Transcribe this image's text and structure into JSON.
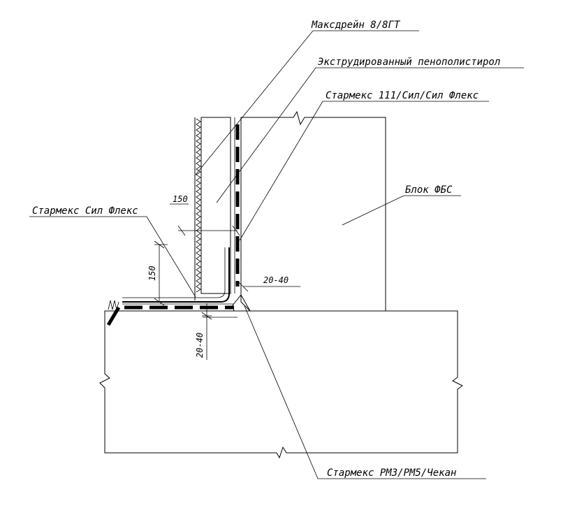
{
  "labels": {
    "maxdrain": "Максдрейн 8/8ГТ",
    "xps": "Экструдированный пенополистирол",
    "starmex_111": "Стармекс 111/Сил/Сил Флекс",
    "block_fbs": "Блок ФБС",
    "starmex_sil_flex": "Стармекс Сил Флекс",
    "starmex_rm": "Стармекс РМ3/РМ5/Чекан"
  },
  "dimensions": {
    "d150_horizontal": "150",
    "d150_vertical": "150",
    "d20_40_top": "20-40",
    "d20_40_bottom": "20-40"
  }
}
